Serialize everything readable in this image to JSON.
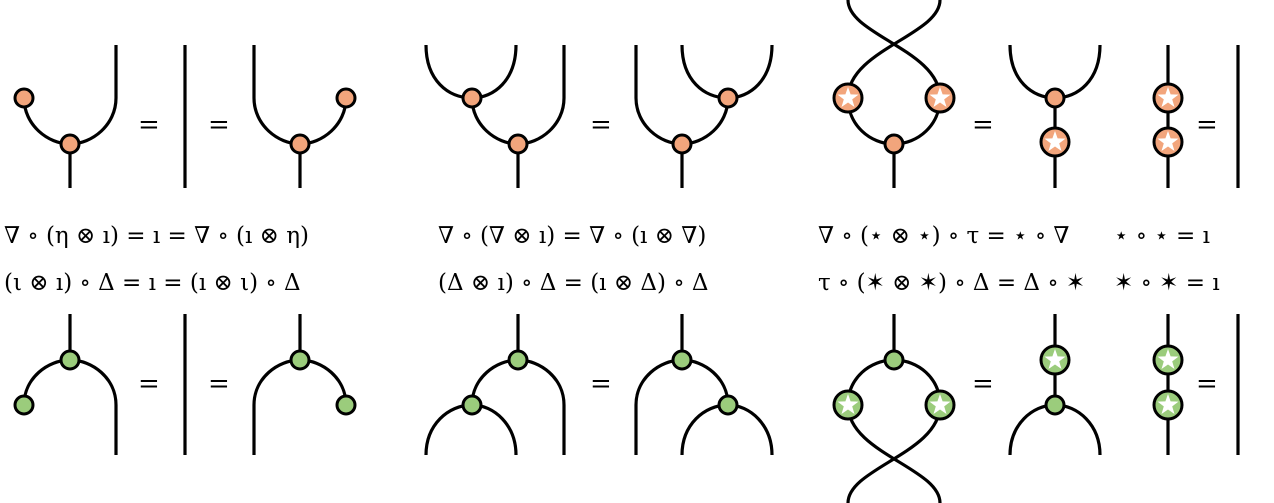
{
  "colors": {
    "orange": "#f2a57c",
    "green": "#9bcc7c",
    "wire": "#000000"
  },
  "equals": "=",
  "formulas": {
    "top": [
      "∇ ∘ (η ⊗ ı) = ı = ∇ ∘ (ı ⊗ η)",
      "∇ ∘ (∇ ⊗ ı) = ∇ ∘ (ı ⊗ ∇)",
      "∇ ∘ (⋆ ⊗ ⋆) ∘ τ = ⋆ ∘ ∇",
      "⋆ ∘ ⋆ = ı"
    ],
    "bottom": [
      "(ι ⊗ ı) ∘ Δ = ı = (ı ⊗ ι) ∘ Δ",
      "(Δ ⊗ ı) ∘ Δ = (ı ⊗ Δ) ∘ Δ",
      "τ ∘ (✶ ⊗ ✶) ∘ Δ = Δ ∘ ✶",
      "✶ ∘ ✶ = ı"
    ]
  }
}
